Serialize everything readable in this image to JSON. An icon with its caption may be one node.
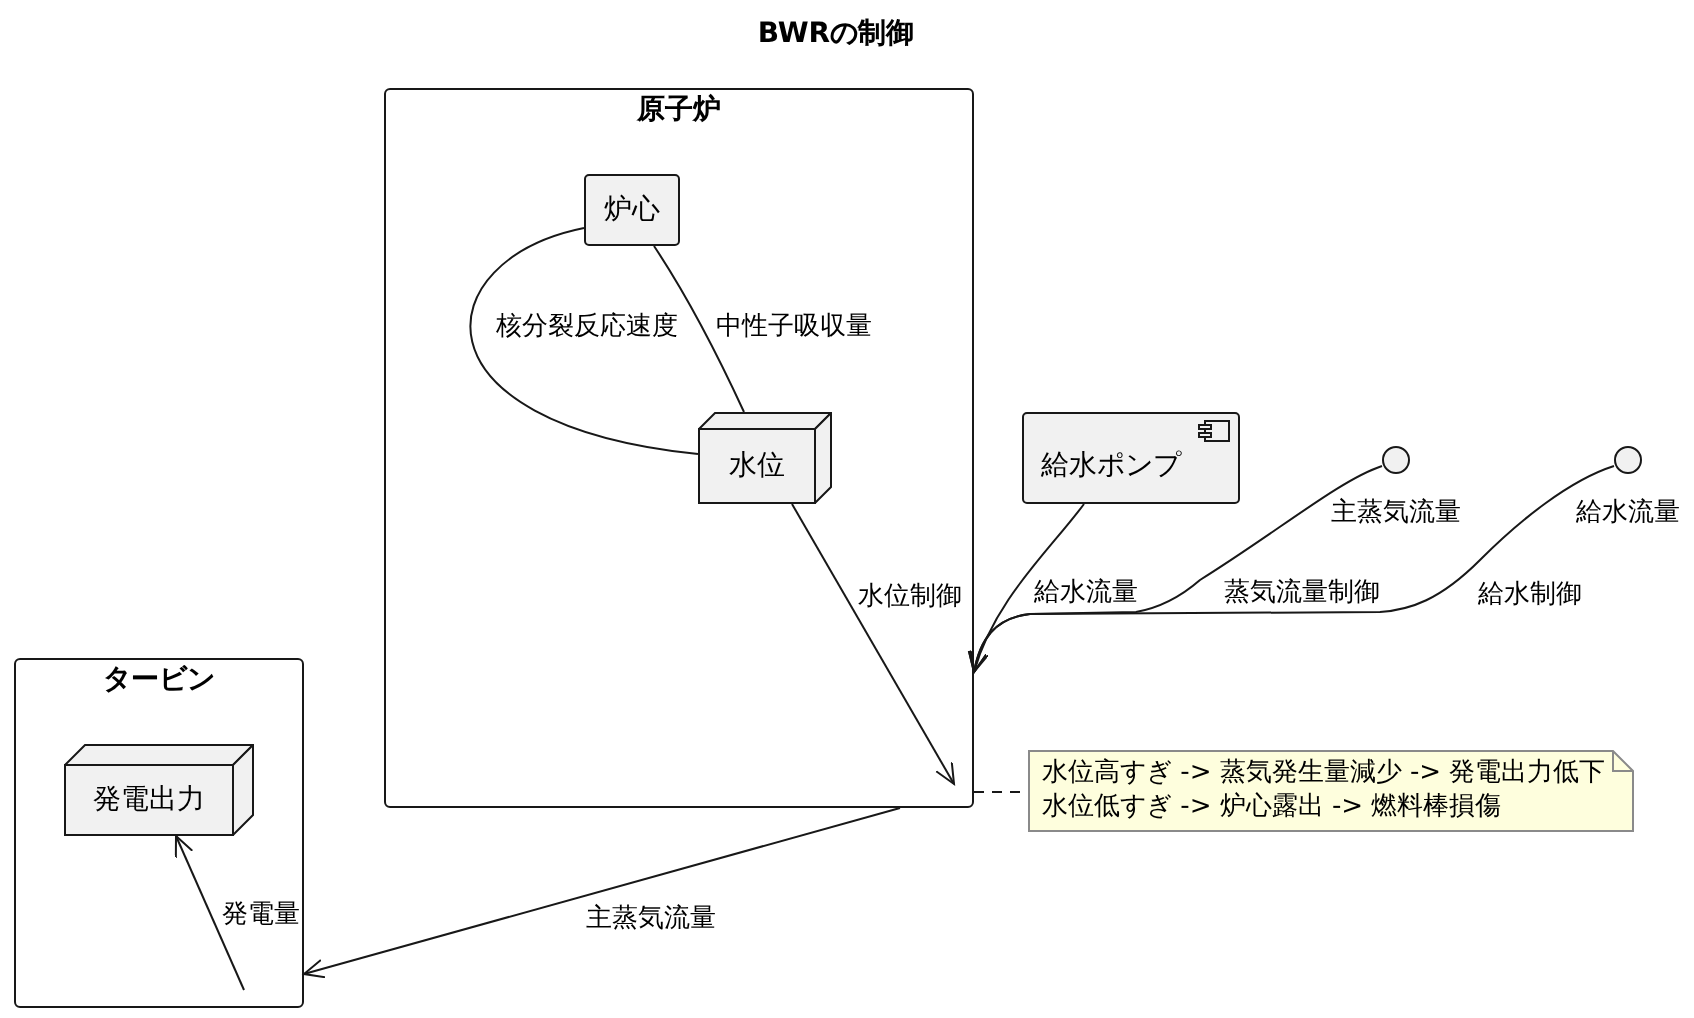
{
  "diagram": {
    "title": "BWRの制御",
    "nodes": [
      {
        "text": [
          "原子炉"
        ]
      },
      {
        "text": [
          "炉心"
        ],
        "in": 0
      },
      {
        "text": [
          "水位"
        ],
        "in": 0
      },
      {
        "text": [
          "給水ポンプ"
        ]
      },
      {
        "text": [],
        "shape": "circle",
        "beside": [
          "主蒸気流量"
        ]
      },
      {
        "text": [],
        "shape": "circle",
        "beside": [
          "給水流量"
        ]
      },
      {
        "text": [
          "タービン"
        ]
      },
      {
        "text": [
          "発電出力"
        ],
        "in": 6
      },
      {
        "text": [
          "水位高すぎ -> 蒸気発生量減少 -> 発電出力低下",
          "水位低すぎ -> 炉心露出 -> 燃料棒損傷"
        ]
      }
    ],
    "edges": [
      {
        "from": 1,
        "to": 2,
        "arrow": "none",
        "label": "核分裂反応速度"
      },
      {
        "from": 1,
        "to": 2,
        "arrow": "none",
        "label": "中性子吸収量"
      },
      {
        "from": 2,
        "to": 0,
        "arrow": "to",
        "label": "水位制御"
      },
      {
        "from": 3,
        "to": 0,
        "arrow": "to",
        "label": "給水流量"
      },
      {
        "from": 4,
        "to": 0,
        "arrow": "to",
        "label": "蒸気流量制御"
      },
      {
        "from": 5,
        "to": 0,
        "arrow": "to",
        "label": "給水制御"
      },
      {
        "from": 0,
        "to": 6,
        "arrow": "to",
        "label": "主蒸気流量"
      },
      {
        "from": 6,
        "to": 7,
        "arrow": "to",
        "label": "発電量"
      },
      {
        "from": 0,
        "to": 8,
        "arrow": "none",
        "style": "dashed"
      }
    ]
  }
}
